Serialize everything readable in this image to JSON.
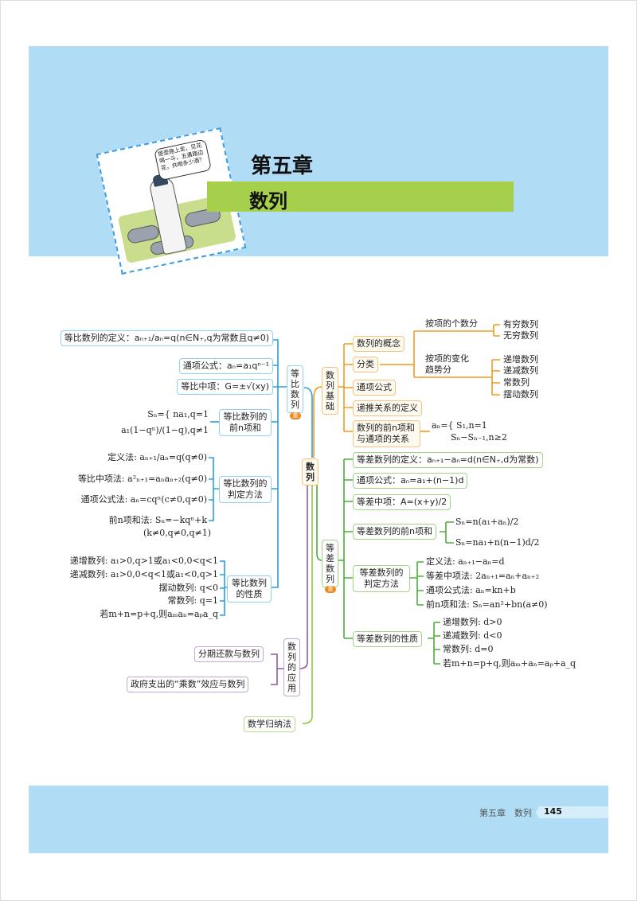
{
  "header": {
    "chapter": "第五章",
    "title": "数列",
    "bubble": "提壶路上走，见花喝一斗，五遇路边花，共喝多少酒？"
  },
  "colors": {
    "header_bg": "#b0ddf5",
    "title_bar": "#a6cf4b",
    "geometric": "#29a0dc",
    "basics": "#f39a1e",
    "arithmetic": "#4cae3b",
    "application": "#8e5ca8",
    "induction": "#8dc63f"
  },
  "center": "数列",
  "geometric": {
    "label": "等比数列",
    "badge": "重",
    "definition": "等比数列的定义：aₙ₊₁/aₙ=q(n∈N₊,q为常数且q≠0)",
    "general": "通项公式：aₙ=a₁qⁿ⁻¹",
    "mean": "等比中项：G=±√(xy)",
    "sum_label": "等比数列的前n项和",
    "sum_formula": [
      "Sₙ={ na₁,q=1",
      "a₁(1−qⁿ)/(1−q),q≠1"
    ],
    "judge_label": "等比数列的判定方法",
    "judge": [
      "定义法: aₙ₊₁/aₙ=q(q≠0)",
      "等比中项法: a²ₙ₊₁=aₙaₙ₊₂(q≠0)",
      "通项公式法: aₙ=cqⁿ(c≠0,q≠0)",
      "前n项和法: Sₙ=−kqⁿ+k",
      "(k≠0,q≠0,q≠1)"
    ],
    "prop_label": "等比数列的性质",
    "props": [
      "递增数列: a₁>0,q>1或a₁<0,0<q<1",
      "递减数列: a₁>0,0<q<1或a₁<0,q>1",
      "摆动数列: q<0",
      "常数列: q=1",
      "若m+n=p+q,则aₘaₙ=aₚa_q"
    ]
  },
  "application": {
    "label": "数列的应用",
    "items": [
      "分期还款与数列",
      "政府支出的“乘数”效应与数列"
    ]
  },
  "induction": "数学归纳法",
  "basics": {
    "label": "数列基础",
    "items": [
      "数列的概念",
      "分类",
      "通项公式",
      "递推关系的定义",
      "数列的前n项和与通项的关系"
    ],
    "by_count": "按项的个数分",
    "count_types": [
      "有穷数列",
      "无穷数列"
    ],
    "by_trend": "按项的变化趋势分",
    "trend_types": [
      "递增数列",
      "递减数列",
      "常数列",
      "摆动数列"
    ],
    "relation": [
      "aₙ={ S₁,n=1",
      "Sₙ−Sₙ₋₁,n≥2"
    ]
  },
  "arithmetic": {
    "label": "等差数列",
    "badge": "重",
    "definition": "等差数列的定义：aₙ₊₁−aₙ=d(n∈N₊,d为常数)",
    "general": "通项公式：aₙ=a₁+(n−1)d",
    "mean": "等差中项：A=(x+y)/2",
    "sum_label": "等差数列的前n项和",
    "sum_formulas": [
      "Sₙ=n(a₁+aₙ)/2",
      "Sₙ=na₁+n(n−1)d/2"
    ],
    "judge_label": "等差数列的判定方法",
    "judge": [
      "定义法: aₙ₊₁−aₙ=d",
      "等差中项法: 2aₙ₊₁=aₙ+aₙ₊₂",
      "通项公式法: aₙ=kn+b",
      "前n项和法: Sₙ=an²+bn(a≠0)"
    ],
    "prop_label": "等差数列的性质",
    "props": [
      "递增数列: d>0",
      "递减数列: d<0",
      "常数列: d=0",
      "若m+n=p+q,则aₘ+aₙ=aₚ+a_q"
    ]
  },
  "footer": {
    "chapter": "第五章　数列",
    "page": "145"
  }
}
